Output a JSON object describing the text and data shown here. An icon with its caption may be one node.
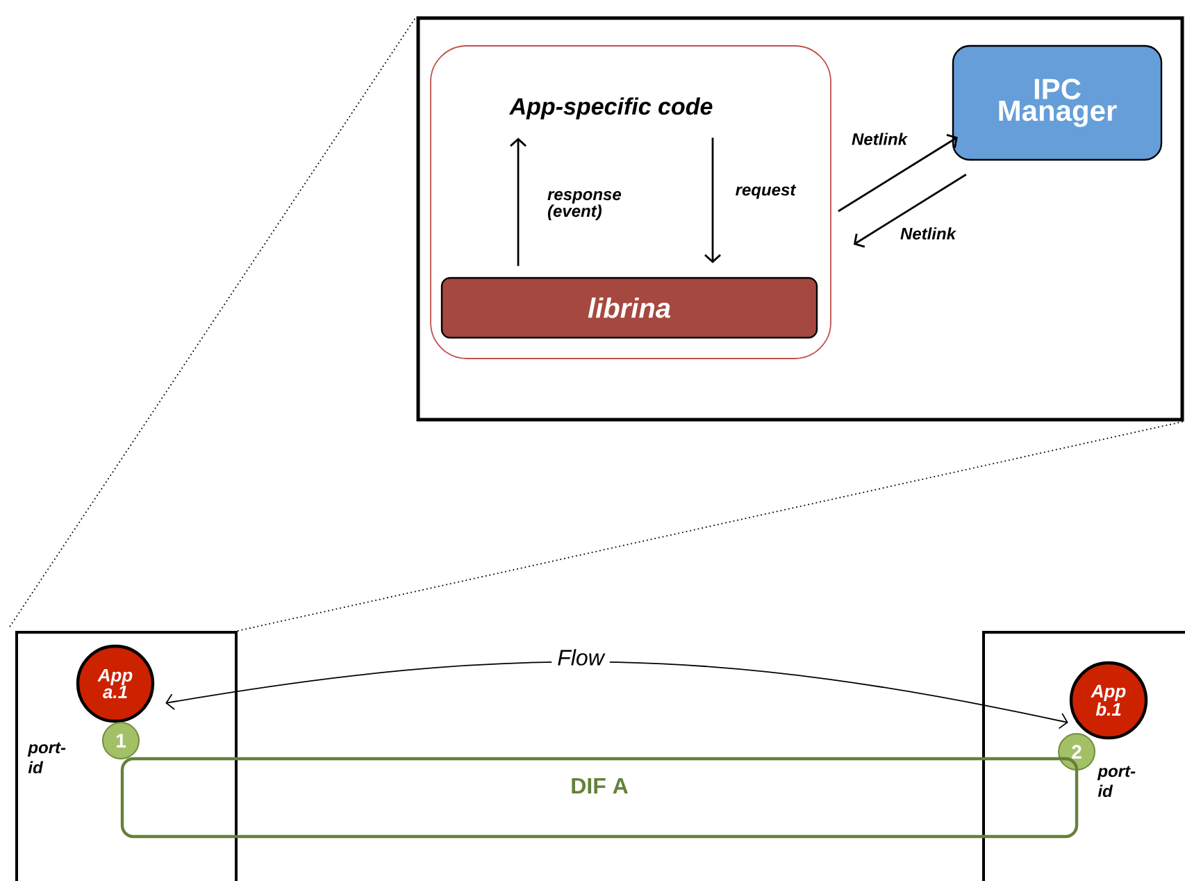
{
  "diagram": {
    "nodes": [
      {
        "text": [],
        "shape": "box"
      },
      {
        "text": [],
        "shape": "box",
        "in": 0
      },
      {
        "text": [
          "App-specific code"
        ],
        "in": 1
      },
      {
        "text": [
          "librina"
        ],
        "in": 1
      },
      {
        "text": [
          "IPC Manager"
        ],
        "in": 0
      },
      {
        "text": [],
        "shape": "box"
      },
      {
        "text": [],
        "shape": "box"
      },
      {
        "text": [
          "App a.1"
        ],
        "in": 5
      },
      {
        "text": [
          "App b.1"
        ],
        "in": 6
      },
      {
        "text": [
          "1"
        ],
        "beside": [
          "port-id"
        ],
        "in": 5
      },
      {
        "text": [
          "2"
        ],
        "beside": [
          "port-id"
        ],
        "in": 6
      },
      {
        "text": [
          "DIF A"
        ]
      }
    ],
    "edges": [
      {
        "from": 3,
        "to": 2,
        "arrow": "to",
        "label": "response (event)"
      },
      {
        "from": 2,
        "to": 3,
        "arrow": "to",
        "label": "request"
      },
      {
        "from": 1,
        "to": 4,
        "arrow": "to",
        "label": "Netlink"
      },
      {
        "from": 4,
        "to": 1,
        "arrow": "to",
        "label": "Netlink"
      },
      {
        "from": 7,
        "to": 8,
        "arrow": "both",
        "label": "Flow"
      },
      {
        "from": 5,
        "to": 0,
        "arrow": "none",
        "style": "dashed"
      },
      {
        "from": 5,
        "to": 0,
        "arrow": "none",
        "style": "dashed"
      }
    ]
  }
}
